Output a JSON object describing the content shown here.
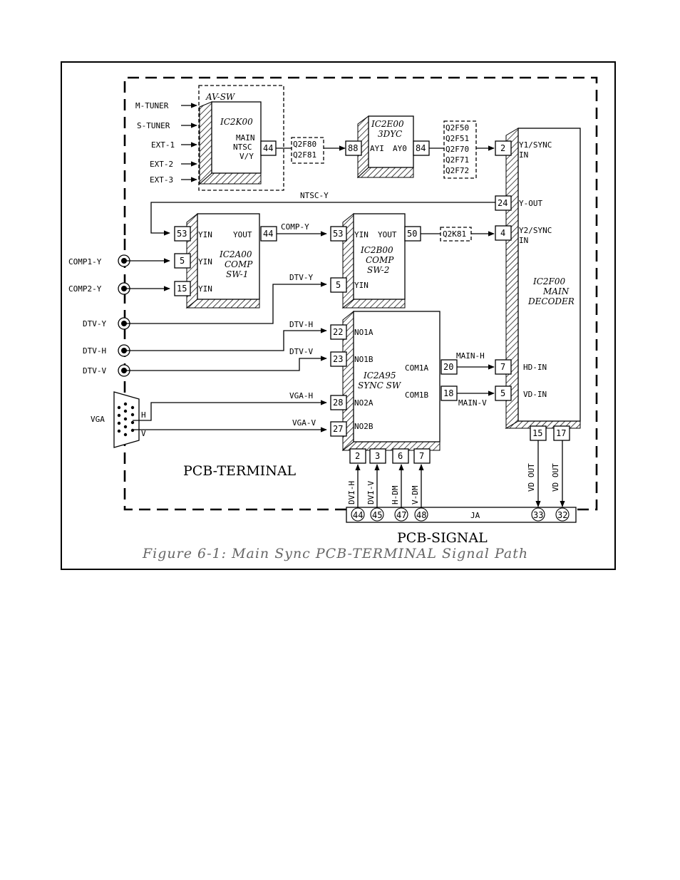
{
  "title": "Figure 6-1: Main Sync PCB-TERMINAL Signal Path",
  "regions": {
    "terminal": "PCB-TERMINAL",
    "signal": "PCB-SIGNAL"
  },
  "inputs": {
    "m_tuner": "M-TUNER",
    "s_tuner": "S-TUNER",
    "ext1": "EXT-1",
    "ext2": "EXT-2",
    "ext3": "EXT-3",
    "comp1_y": "COMP1-Y",
    "comp2_y": "COMP2-Y",
    "dtv_y": "DTV-Y",
    "dtv_h": "DTV-H",
    "dtv_v": "DTV-V",
    "vga": "VGA",
    "vga_h": "H",
    "vga_v": "V"
  },
  "av_sw": {
    "title": "AV-SW",
    "name": "IC2K00",
    "main": "MAIN",
    "ntsc": "NTSC",
    "vy": "V/Y",
    "pin": "44"
  },
  "filters": {
    "q2f80": "Q2F80",
    "q2f81": "Q2F81",
    "q2f50": "Q2F50",
    "q2f51": "Q2F51",
    "q2f70": "Q2F70",
    "q2f71": "Q2F71",
    "q2f72": "Q2F72",
    "q2k81": "Q2K81"
  },
  "ydyc": {
    "name": "IC2E00",
    "sub": "3DYC",
    "ayi": "AYI",
    "ayo": "AY0",
    "pin_in": "88",
    "pin_out": "84"
  },
  "comp1": {
    "name": "IC2A00",
    "sub1": "COMP",
    "sub2": "SW-1",
    "yin": "YIN",
    "yout": "YOUT",
    "pin53": "53",
    "pin5": "5",
    "pin15": "15",
    "pin44": "44"
  },
  "comp2": {
    "name": "IC2B00",
    "sub1": "COMP",
    "sub2": "SW-2",
    "yin": "YIN",
    "yout": "YOUT",
    "pin53": "53",
    "pin5": "5",
    "pin50": "50"
  },
  "sync": {
    "name": "IC2A95",
    "sub": "SYNC SW",
    "no1a": "NO1A",
    "no1b": "NO1B",
    "no2a": "NO2A",
    "no2b": "NO2B",
    "com1a": "COM1A",
    "com1b": "COM1B",
    "pin22": "22",
    "pin23": "23",
    "pin28": "28",
    "pin27": "27",
    "pin20": "20",
    "pin18": "18",
    "pin2": "2",
    "pin3": "3",
    "pin6": "6",
    "pin7": "7"
  },
  "decoder": {
    "name": "IC2F00",
    "sub1": "MAIN",
    "sub2": "DECODER",
    "y1sync": "Y1/SYNC",
    "y1in": "IN",
    "yout": "Y-OUT",
    "y2sync": "Y2/SYNC",
    "y2in": "IN",
    "hdin": "HD-IN",
    "vdin": "VD-IN",
    "pin2": "2",
    "pin24": "24",
    "pin4": "4",
    "pin7": "7",
    "pin5": "5",
    "pin15": "15",
    "pin17": "17"
  },
  "signals": {
    "ntsc_y": "NTSC-Y",
    "comp_y": "COMP-Y",
    "dtv_y": "DTV-Y",
    "dtv_h": "DTV-H",
    "dtv_v": "DTV-V",
    "vga_h": "VGA-H",
    "vga_v": "VGA-V",
    "main_h": "MAIN-H",
    "main_v": "MAIN-V",
    "dvi_h": "DVI-H",
    "dvi_v": "DVI-V",
    "h_dm": "H-DM",
    "v_dm": "V-DM",
    "vd_out": "VD OUT"
  },
  "connector": {
    "name": "JA",
    "p44": "44",
    "p45": "45",
    "p47": "47",
    "p48": "48",
    "p33": "33",
    "p32": "32"
  }
}
